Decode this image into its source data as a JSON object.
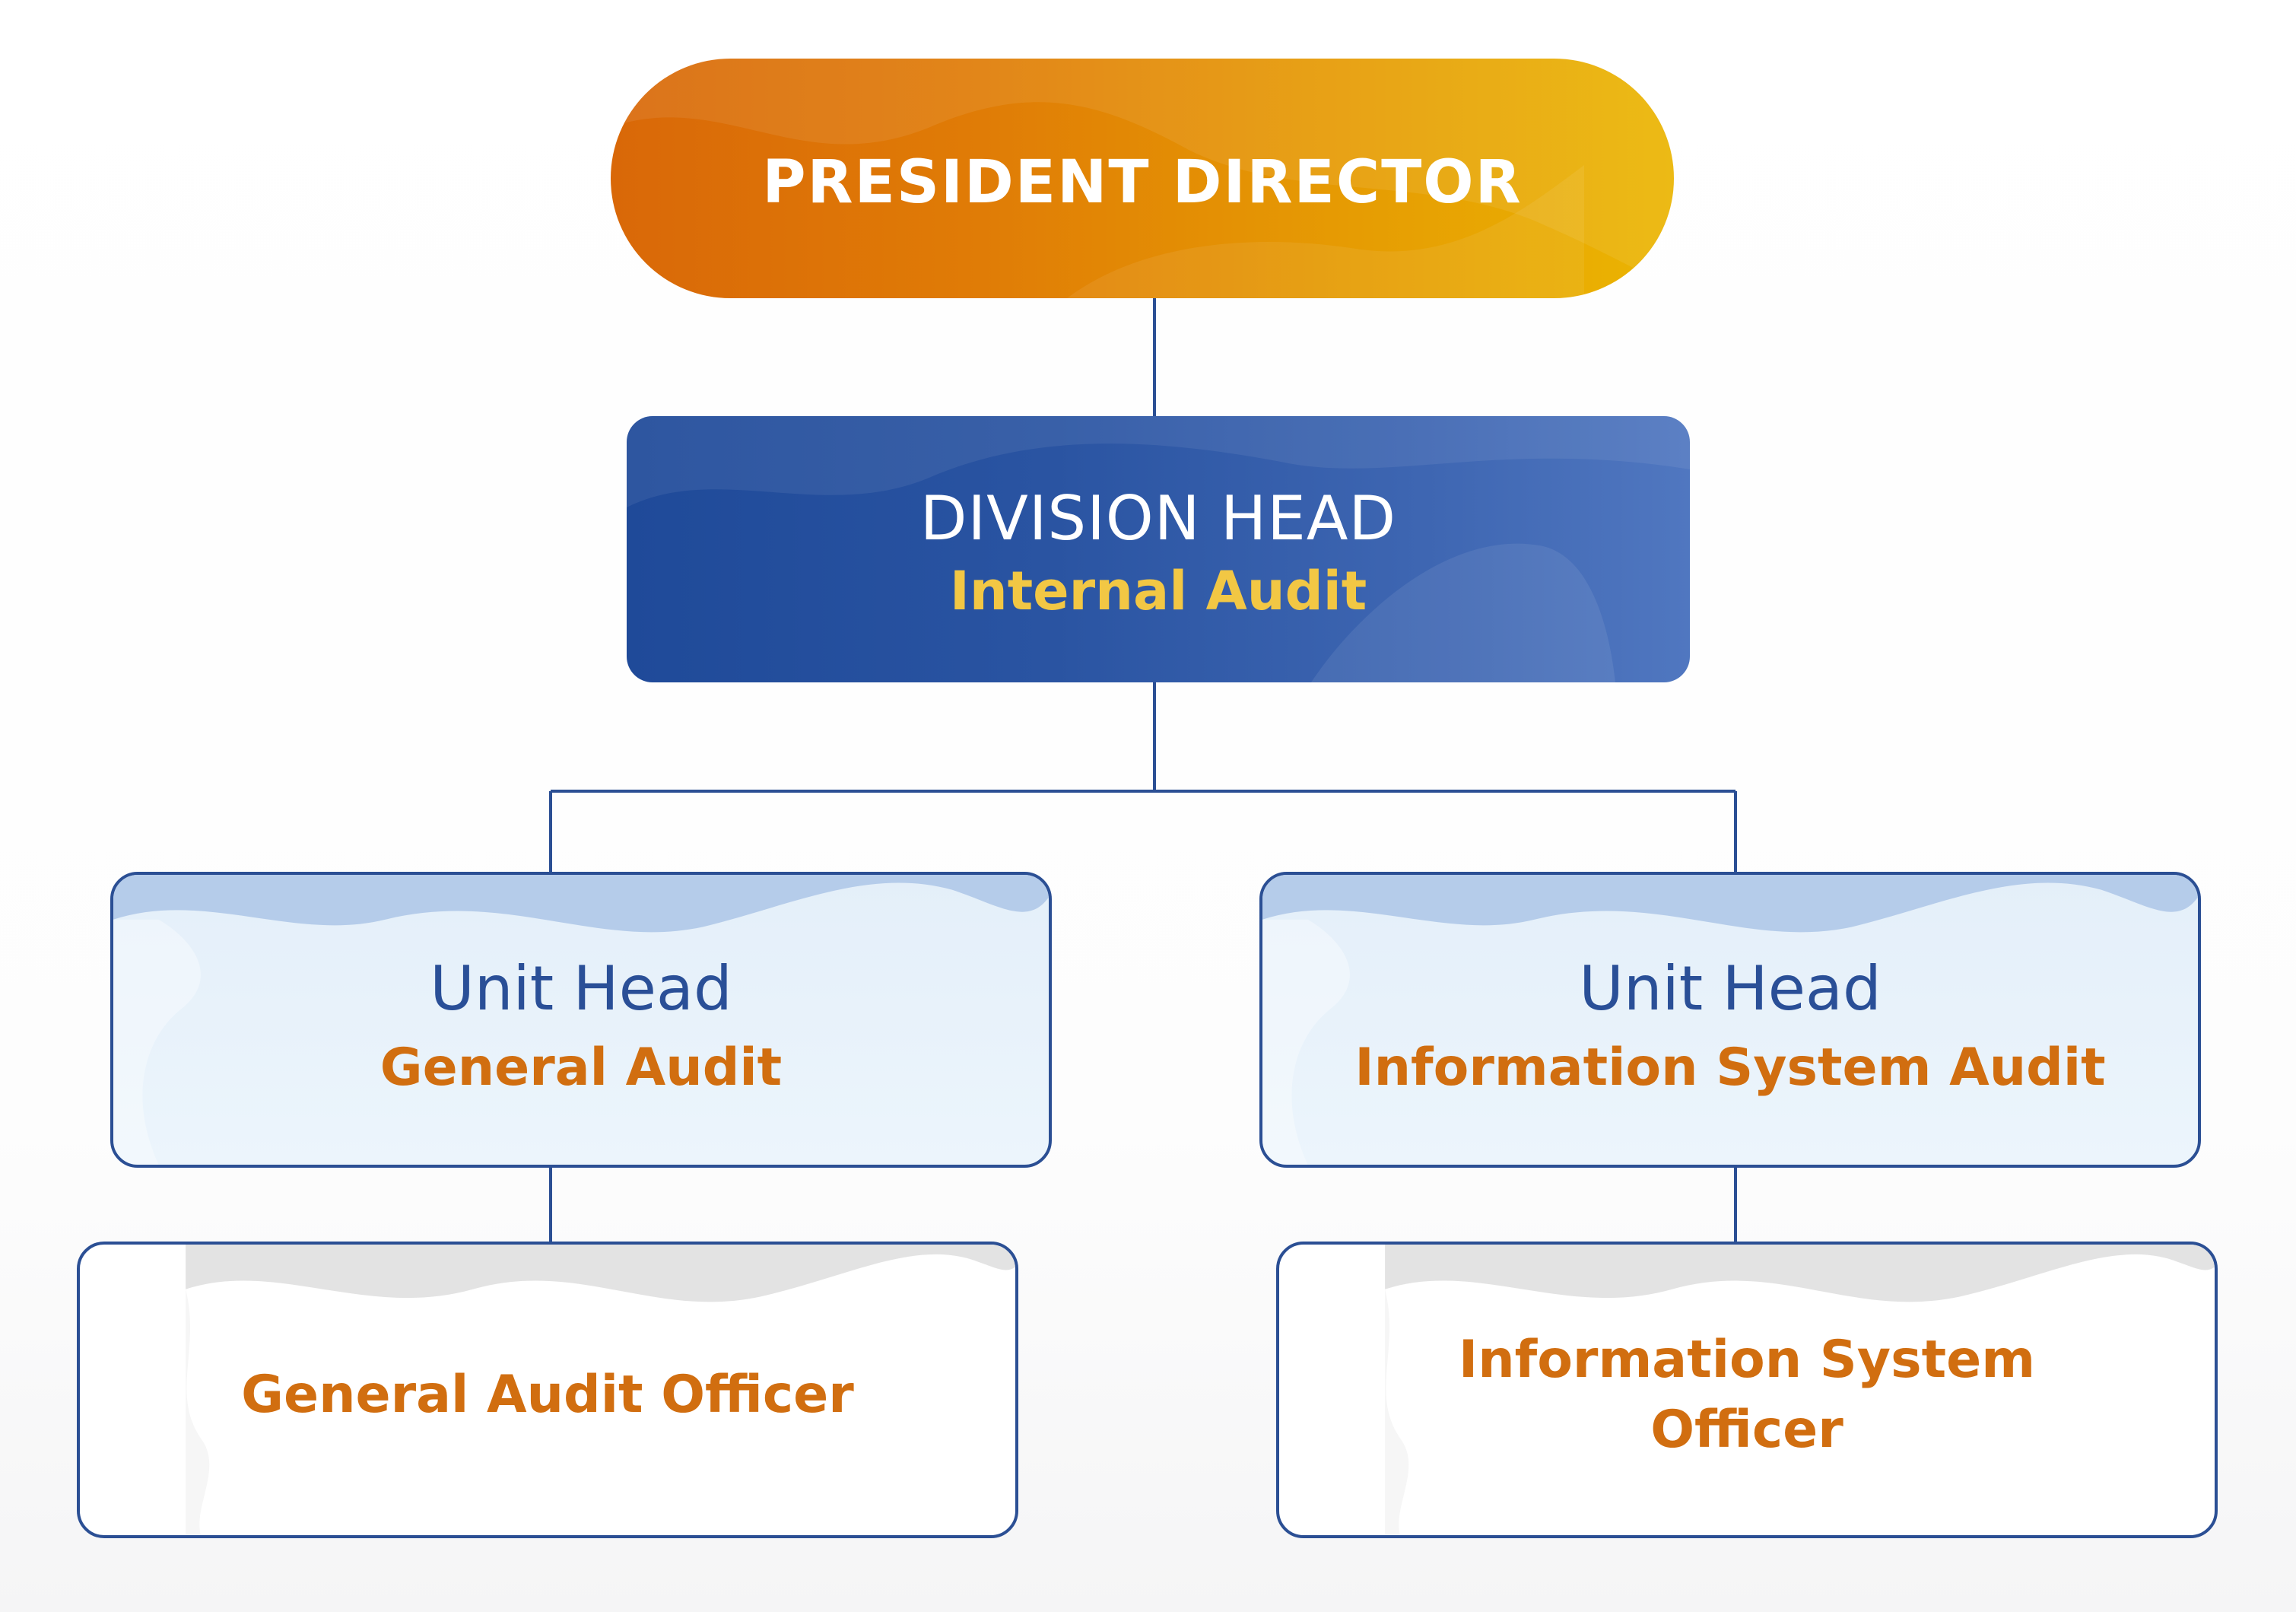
{
  "org_chart": {
    "president": {
      "title": "PRESIDENT DIRECTOR"
    },
    "division_head": {
      "title": "DIVISION HEAD",
      "subtitle": "Internal Audit"
    },
    "units": [
      {
        "title": "Unit Head",
        "subtitle": "General Audit",
        "officer": "General Audit Officer"
      },
      {
        "title": "Unit Head",
        "subtitle": "Information System Audit",
        "officer": "Information System Officer"
      }
    ]
  },
  "colors": {
    "orange_gradient_start": "#d96808",
    "orange_gradient_end": "#ebb502",
    "navy": "#1f4a99",
    "connector": "#2b4f94",
    "accent_yellow": "#f2c744",
    "accent_orange": "#d16e10",
    "unit_fill": "#e9f3fb"
  }
}
